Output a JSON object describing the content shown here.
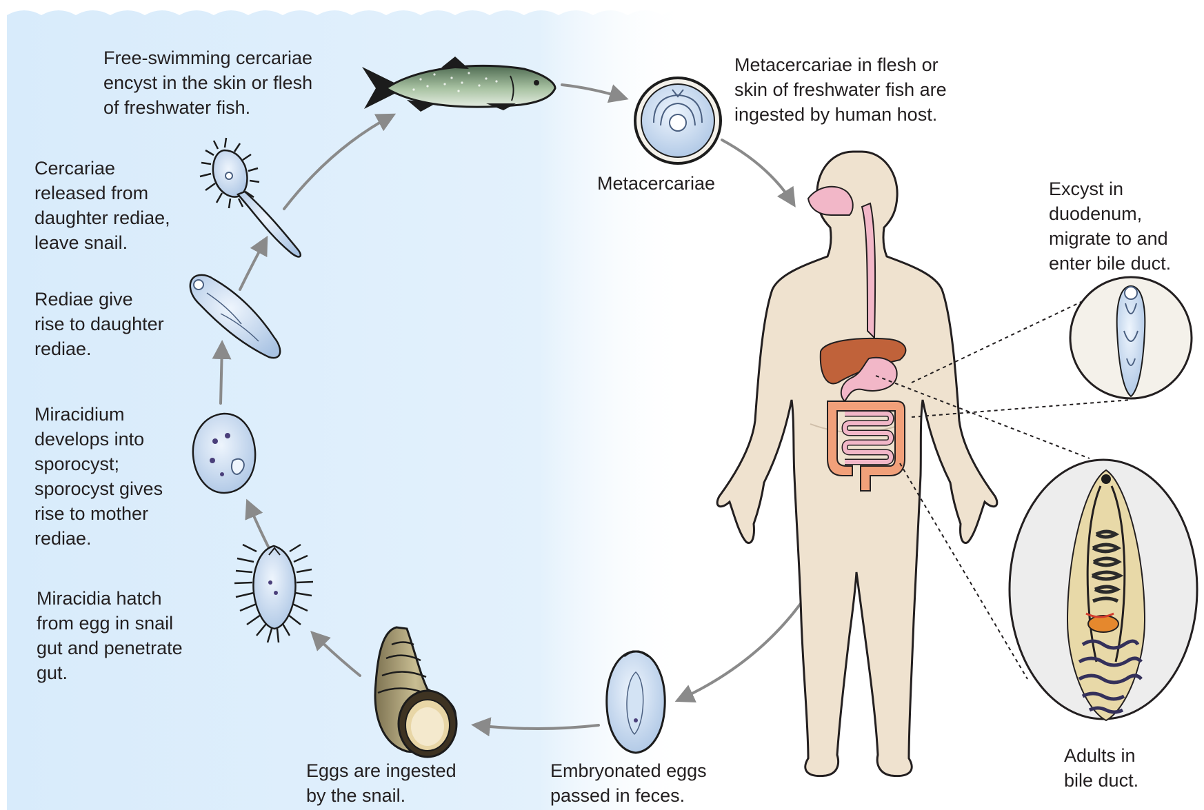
{
  "labels": {
    "fish_stage": "Free-swimming cercariae\nencyst in the skin or flesh\nof freshwater fish.",
    "ingestion": "Metacercariae in flesh or\nskin of freshwater fish are\ningested by human host.",
    "metacercariae": "Metacercariae",
    "cercariae": "Cercariae\nreleased from\ndaughter rediae,\nleave snail.",
    "rediae": "Rediae give\nrise to daughter\nrediae.",
    "miracidium": "Miracidium\ndevelops into\nsporocyst;\nsporocyst gives\nrise to mother\nrediae.",
    "miracidia_hatch": "Miracidia hatch\nfrom egg in snail\ngut and penetrate\ngut.",
    "excyst": "Excyst in\nduodenum,\nmigrate to and\nenter bile duct.",
    "adults": "Adults in\nbile duct.",
    "eggs_snail": "Eggs are ingested\nby the snail.",
    "embryonated": "Embryonated eggs\npassed in feces."
  },
  "colors": {
    "water": "#dcecfb",
    "skin": "#efe2cf",
    "outline": "#231f20",
    "arrow": "#8a8a8a",
    "liver": "#c0623a",
    "intestine": "#f1a07a",
    "stomach": "#f2b7c8",
    "organism": "#bcd3ec"
  }
}
